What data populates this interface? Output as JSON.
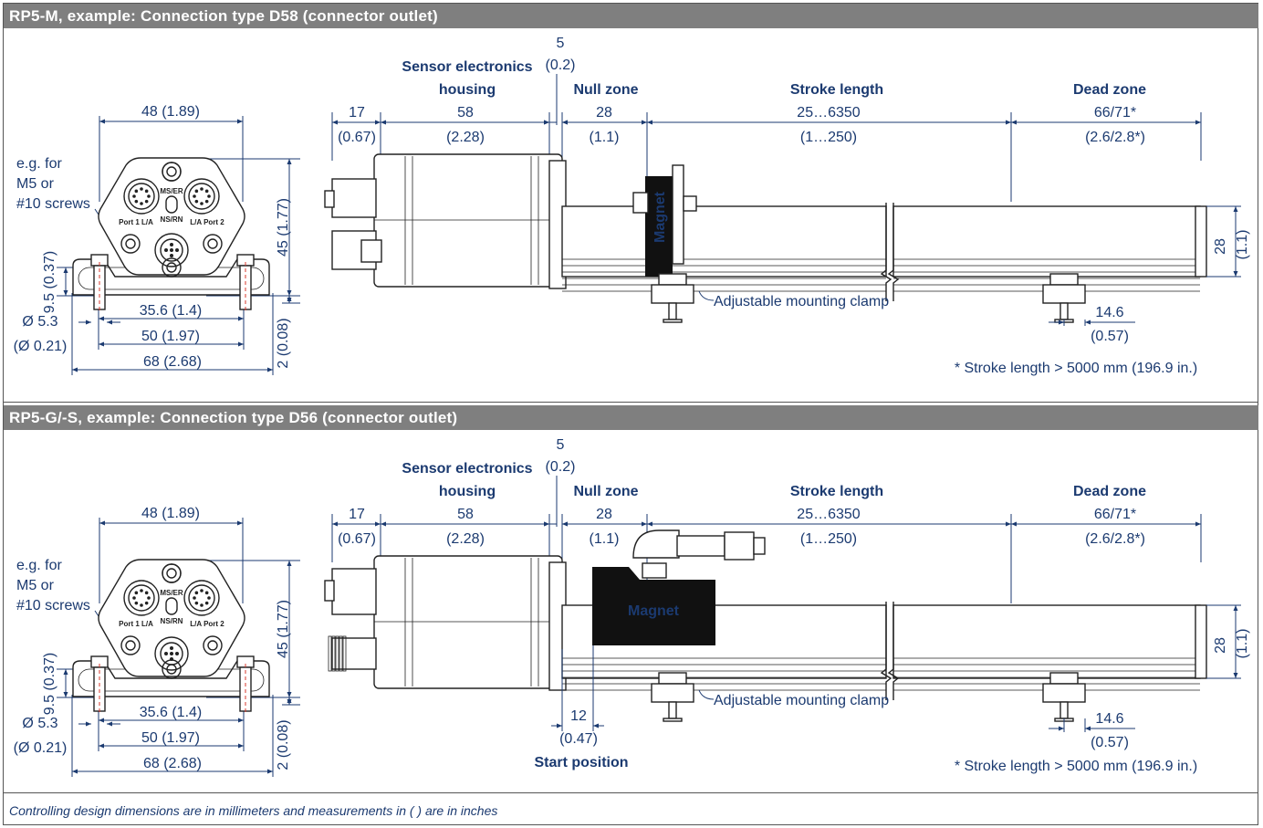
{
  "sections": [
    {
      "title": "RP5-M, example: Connection type D58 (connector outlet)",
      "variant": "M",
      "front": {
        "width_top": "48 (1.89)",
        "screw_note_1": "e.g. for",
        "screw_note_2": "M5 or",
        "screw_note_3": "#10 screws",
        "height_left": "9.5 (0.37)",
        "height_right": "45 (1.77)",
        "bottom_thickness": "2 (0.08)",
        "hole_pitch": "35.6 (1.4)",
        "hole_dia_1": "Ø 5.3",
        "hole_dia_2": "(Ø 0.21)",
        "base_width": "50 (1.97)",
        "overall_width": "68 (2.68)",
        "port1": "Port 1 L/A",
        "port2": "L/A Port 2",
        "led1": "MS/ER",
        "led2": "NS/RN"
      },
      "side": {
        "housing_1": "Sensor electronics",
        "housing_2": "housing",
        "gap_top": "5",
        "gap_bot": "(0.2)",
        "null_zone": "Null zone",
        "stroke_length": "Stroke length",
        "dead_zone": "Dead zone",
        "d17": "17",
        "d17i": "(0.67)",
        "d58": "58",
        "d58i": "(2.28)",
        "d28": "28",
        "d28i": "(1.1)",
        "stroke_mm": "25…6350",
        "stroke_in": "(1…250)",
        "dead_mm": "66/71*",
        "dead_in": "(2.6/2.8*)",
        "magnet": "Magnet",
        "clamp": "Adjustable mounting clamp",
        "h28": "28",
        "h28i": "(1.1)",
        "clamp_mm": "14.6",
        "clamp_in": "(0.57)",
        "footnote": "* Stroke length > 5000 mm (196.9 in.)"
      }
    },
    {
      "title": "RP5-G/-S, example: Connection type D56 (connector outlet)",
      "variant": "G",
      "front": {
        "width_top": "48 (1.89)",
        "screw_note_1": "e.g. for",
        "screw_note_2": "M5 or",
        "screw_note_3": "#10 screws",
        "height_left": "9.5 (0.37)",
        "height_right": "45 (1.77)",
        "bottom_thickness": "2 (0.08)",
        "hole_pitch": "35.6 (1.4)",
        "hole_dia_1": "Ø 5.3",
        "hole_dia_2": "(Ø 0.21)",
        "base_width": "50 (1.97)",
        "overall_width": "68 (2.68)",
        "port1": "Port 1 L/A",
        "port2": "L/A Port 2",
        "led1": "MS/ER",
        "led2": "NS/RN"
      },
      "side": {
        "housing_1": "Sensor electronics",
        "housing_2": "housing",
        "gap_top": "5",
        "gap_bot": "(0.2)",
        "null_zone": "Null zone",
        "stroke_length": "Stroke length",
        "dead_zone": "Dead zone",
        "d17": "17",
        "d17i": "(0.67)",
        "d58": "58",
        "d58i": "(2.28)",
        "d28": "28",
        "d28i": "(1.1)",
        "stroke_mm": "25…6350",
        "stroke_in": "(1…250)",
        "dead_mm": "66/71*",
        "dead_in": "(2.6/2.8*)",
        "magnet": "Magnet",
        "clamp": "Adjustable mounting clamp",
        "h28": "28",
        "h28i": "(1.1)",
        "clamp_mm": "14.6",
        "clamp_in": "(0.57)",
        "footnote": "* Stroke length > 5000 mm (196.9 in.)",
        "start_mm": "12",
        "start_in": "(0.47)",
        "start_label": "Start position"
      }
    }
  ],
  "footer": "Controlling design dimensions are in millimeters and measurements in ( ) are in inches",
  "colors": {
    "header": "#7f7f7f",
    "dimension": "#1b3a70",
    "outline": "#222222",
    "centerline": "#d8382e"
  }
}
